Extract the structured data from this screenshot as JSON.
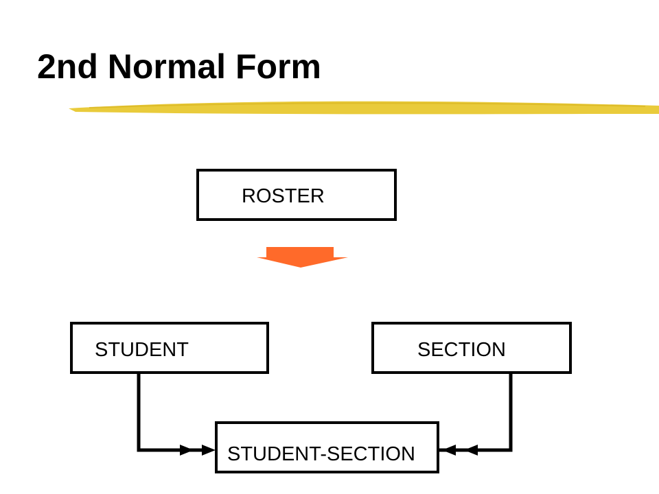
{
  "slide": {
    "title": "2nd Normal Form"
  },
  "diagram": {
    "source_table": "ROSTER",
    "result_tables": {
      "left": "STUDENT",
      "right": "SECTION",
      "junction": "STUDENT-SECTION"
    },
    "colors": {
      "title_underline": "#E8C830",
      "arrow_fill": "#FF6A2A",
      "box_border": "#000000"
    },
    "icons": {
      "down_arrow": "orange-down-arrow-icon",
      "connector_heads": "arrowhead-icon"
    }
  }
}
